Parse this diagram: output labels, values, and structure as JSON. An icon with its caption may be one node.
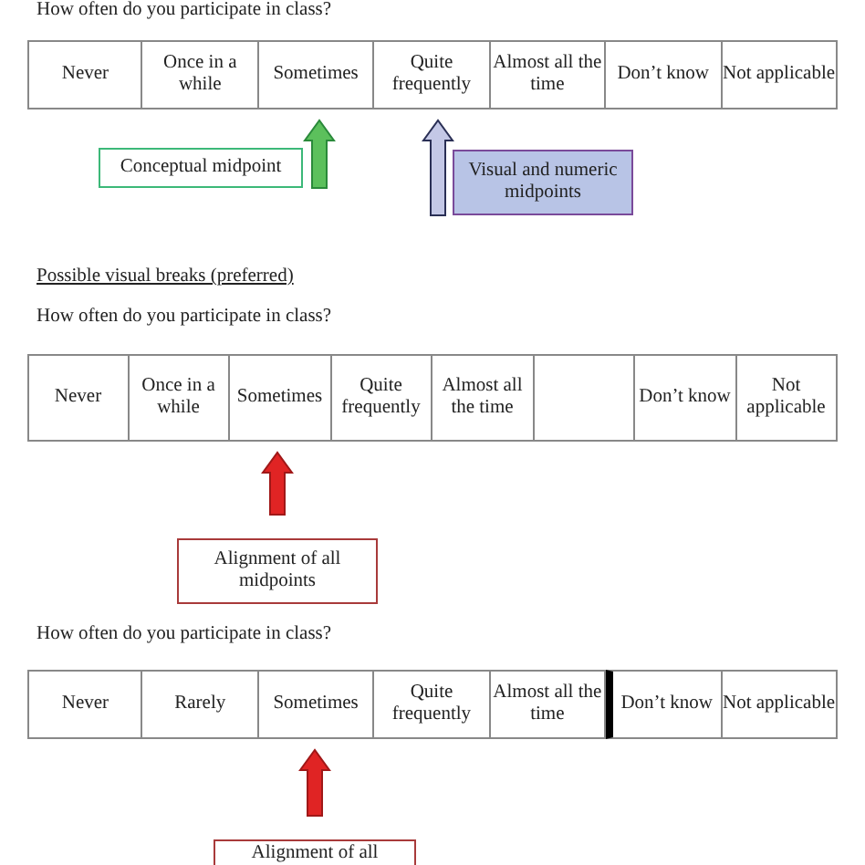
{
  "diagram": {
    "nodes": [
      {
        "text": [
          "Never"
        ]
      },
      {
        "text": [
          "Once in a while"
        ]
      },
      {
        "text": [
          "Sometimes"
        ]
      },
      {
        "text": [
          "Quite frequently"
        ]
      },
      {
        "text": [
          "Almost all the time"
        ]
      },
      {
        "text": [
          "Don’t know"
        ]
      },
      {
        "text": [
          "Not applicable"
        ]
      },
      {
        "text": [
          "Conceptual midpoint"
        ]
      },
      {
        "text": [
          "Visual and numeric midpoints"
        ]
      },
      {
        "text": [
          "Never"
        ]
      },
      {
        "text": [
          "Once in a while"
        ]
      },
      {
        "text": [
          "Sometimes"
        ]
      },
      {
        "text": [
          "Quite frequently"
        ]
      },
      {
        "text": [
          "Almost all the time"
        ]
      },
      {
        "text": [],
        "shape": "box"
      },
      {
        "text": [
          "Don’t know"
        ]
      },
      {
        "text": [
          "Not applicable"
        ]
      },
      {
        "text": [
          "Alignment of all midpoints"
        ]
      },
      {
        "text": [
          "Never"
        ]
      },
      {
        "text": [
          "Rarely"
        ]
      },
      {
        "text": [
          "Sometimes"
        ]
      },
      {
        "text": [
          "Quite frequently"
        ]
      },
      {
        "text": [
          "Almost all the time"
        ]
      },
      {
        "text": [
          "Don’t know"
        ]
      },
      {
        "text": [
          "Not applicable"
        ]
      },
      {
        "text": [
          "Alignment of all"
        ]
      }
    ],
    "edges": [
      {
        "from": 7,
        "to": 2,
        "arrow": "to",
        "color": "#5cc05c"
      },
      {
        "from": 8,
        "to": 3,
        "arrow": "to",
        "color": "#c4c8e6"
      },
      {
        "from": 17,
        "to": 11,
        "arrow": "to"
      },
      {
        "from": 25,
        "to": 20,
        "arrow": "to"
      }
    ],
    "labels": [
      "How often do you participate in class?",
      "Possible visual breaks (preferred)",
      "How often do you participate in class?",
      "How often do you participate in class?"
    ]
  }
}
